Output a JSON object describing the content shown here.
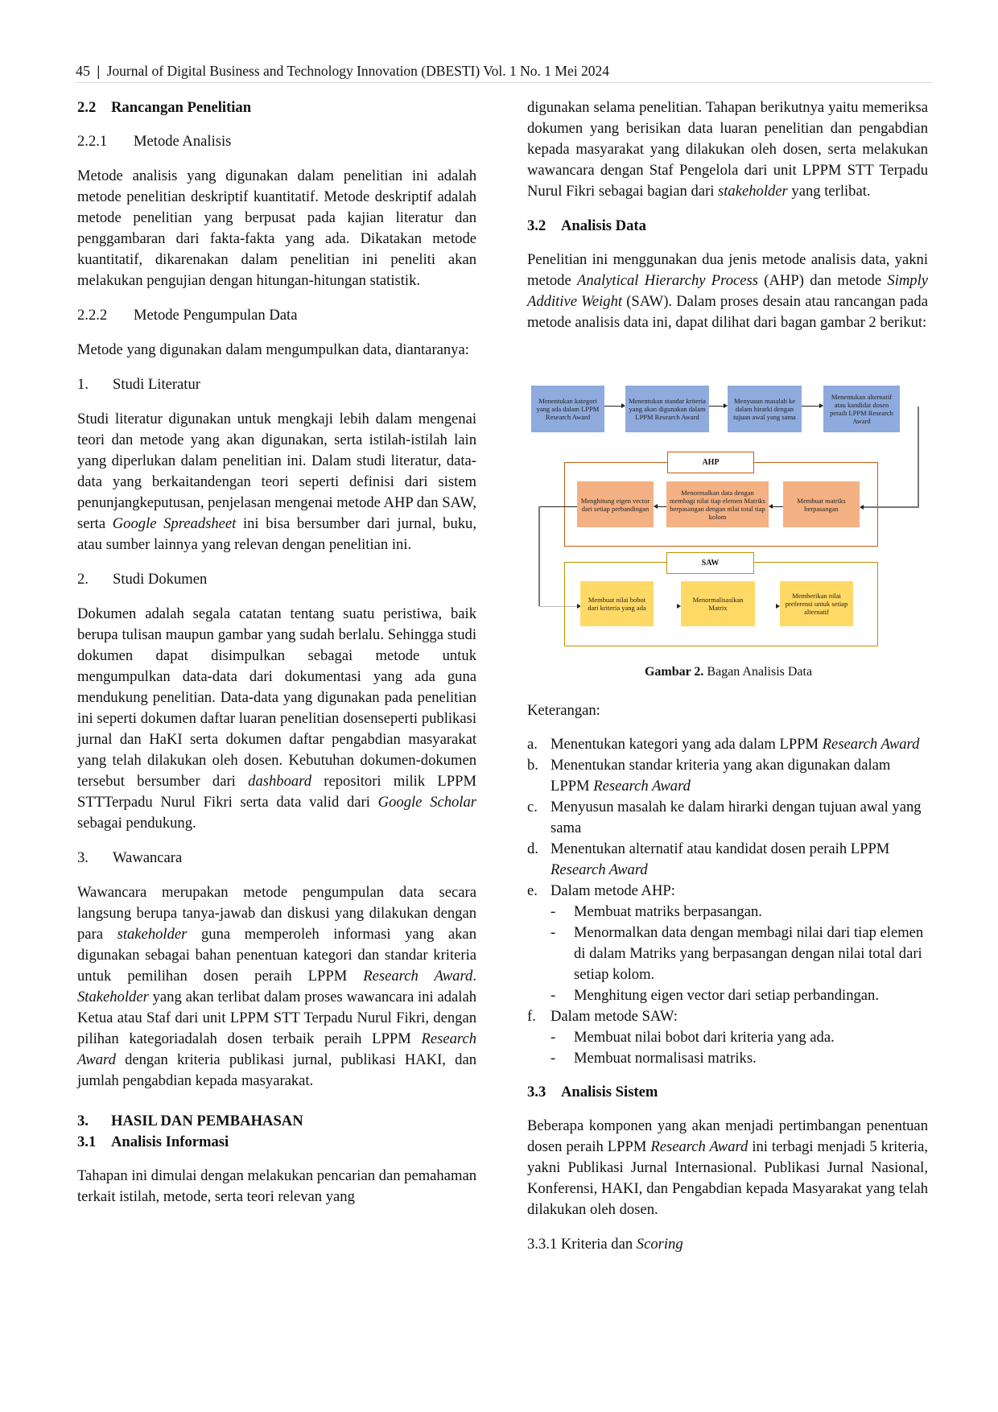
{
  "header": {
    "page_number": "45",
    "separator": "|",
    "journal": "Journal of Digital Business and Technology Innovation (DBESTI) Vol. 1 No. 1 Mei 2024"
  },
  "left": [
    {
      "type": "h",
      "num": "2.2",
      "text": "Rancangan Penelitian"
    },
    {
      "type": "sub",
      "num": "2.2.1",
      "text": "Metode Analisis"
    },
    {
      "type": "p",
      "segs": [
        {
          "t": "Metode analisis yang digunakan dalam penelitian ini adalah metode penelitian deskriptif kuantitatif. Metode deskriptif adalah metode penelitian yang berpusat pada kajian literatur dan penggambaran dari fakta-fakta yang ada. Dikatakan metode kuantitatif, dikarenakan dalam penelitian ini peneliti akan melakukan pengujian dengan hitungan-hitungan statistik."
        }
      ]
    },
    {
      "type": "sub",
      "num": "2.2.2",
      "text": "Metode Pengumpulan Data"
    },
    {
      "type": "p",
      "segs": [
        {
          "t": "Metode yang digunakan dalam mengumpulkan data, diantaranya:"
        }
      ]
    },
    {
      "type": "subl",
      "num": "1.",
      "text": "Studi Literatur"
    },
    {
      "type": "p",
      "segs": [
        {
          "t": "Studi literatur digunakan untuk mengkaji lebih dalam mengenai teori dan metode yang akan digunakan, serta istilah-istilah lain yang diperlukan dalam penelitian ini. Dalam studi literatur, data-data yang berkaitandengan teori seperti definisi dari sistem penunjangkeputusan, penjelasan mengenai metode AHP dan SAW, serta "
        },
        {
          "t": "Google Spreadsheet",
          "i": true
        },
        {
          "t": " ini bisa bersumber dari jurnal, buku, atau sumber lainnya yang relevan dengan penelitian ini."
        }
      ]
    },
    {
      "type": "subl",
      "num": "2.",
      "text": "Studi Dokumen"
    },
    {
      "type": "p",
      "segs": [
        {
          "t": "Dokumen adalah segala catatan tentang suatu peristiwa, baik berupa tulisan maupun gambar yang sudah berlalu. Sehingga studi dokumen dapat disimpulkan sebagai metode untuk mengumpulkan data-data dari dokumentasi yang ada guna mendukung penelitian. Data-data yang digunakan pada penelitian ini seperti dokumen daftar luaran penelitian dosenseperti publikasi jurnal dan HaKI serta dokumen daftar pengabdian masyarakat yang telah dilakukan oleh dosen. Kebutuhan dokumen-dokumen tersebut bersumber dari "
        },
        {
          "t": "dashboard",
          "i": true
        },
        {
          "t": " repositori milik LPPM STTTerpadu Nurul Fikri serta data valid dari "
        },
        {
          "t": "Google Scholar",
          "i": true
        },
        {
          "t": " sebagai pendukung."
        }
      ]
    },
    {
      "type": "subl",
      "num": "3.",
      "text": "Wawancara"
    },
    {
      "type": "p",
      "segs": [
        {
          "t": "Wawancara merupakan metode pengumpulan data secara langsung berupa tanya-jawab dan diskusi yang dilakukan dengan para "
        },
        {
          "t": "stakeholder",
          "i": true
        },
        {
          "t": " guna memperoleh informasi yang akan digunakan sebagai bahan penentuan kategori dan standar kriteria untuk pemilihan dosen peraih LPPM "
        },
        {
          "t": "Research Award",
          "i": true
        },
        {
          "t": ". "
        },
        {
          "t": "Stakeholder",
          "i": true
        },
        {
          "t": " yang akan terlibat dalam proses wawancara ini adalah Ketua atau Staf dari unit LPPM STT Terpadu Nurul Fikri, dengan pilihan kategoriadalah dosen terbaik peraih LPPM "
        },
        {
          "t": "Research Award",
          "i": true
        },
        {
          "t": " dengan kriteria publikasi jurnal, publikasi HAKI, dan jumlah pengabdian kepada masyarakat."
        }
      ]
    },
    {
      "type": "h2",
      "num": "3.",
      "text": "HASIL DAN PEMBAHASAN"
    },
    {
      "type": "h",
      "num": "3.1",
      "text": "Analisis Informasi"
    },
    {
      "type": "p",
      "segs": [
        {
          "t": "Tahapan ini dimulai dengan melakukan pencarian dan pemahaman terkait istilah, metode, serta teori relevan yang"
        }
      ]
    }
  ],
  "right_top": [
    {
      "type": "p",
      "segs": [
        {
          "t": "digunakan selama penelitian. Tahapan berikutnya yaitu memeriksa dokumen yang berisikan data luaran penelitian dan pengabdian kepada masyarakat yang dilakukan oleh dosen, serta melakukan wawancara dengan Staf Pengelola dari unit LPPM STT Terpadu Nurul Fikri sebagai bagian dari "
        },
        {
          "t": "stakeholder",
          "i": true
        },
        {
          "t": " yang terlibat."
        }
      ]
    },
    {
      "type": "h",
      "num": "3.2",
      "text": "Analisis Data"
    },
    {
      "type": "p",
      "segs": [
        {
          "t": "Penelitian ini menggunakan dua jenis metode analisis data, yakni metode "
        },
        {
          "t": "Analytical Hierarchy Process",
          "i": true
        },
        {
          "t": " (AHP) dan metode "
        },
        {
          "t": "Simply Additive Weight",
          "i": true
        },
        {
          "t": " (SAW). Dalam proses desain atau rancangan pada metode analisis data ini, dapat dilihat dari bagan gambar 2 berikut:"
        }
      ]
    }
  ],
  "diagram": {
    "top_boxes": [
      "Menentukan kategori yang ada dalam LPPM Research Award",
      "Menentukan standar kriteria yang akan digunakan dalam LPPM Research Award",
      "Menyusun masalah ke dalam hirarki dengan tujuan awal yang sama",
      "Menentukan alternatif atau kandidat dosen peraih LPPM Research Award"
    ],
    "ahp_label": "AHP",
    "ahp_boxes": [
      "Menghitung eigen vector dari setiap perbandingan",
      "Menormalkan data dengan membagi nilai tiap elemen Matriks berpasangan dengan nilai total tiap kolom",
      "Membuat matriks berpasangan"
    ],
    "saw_label": "SAW",
    "saw_boxes": [
      "Membuat nilai bobot dari kriteria yang ada",
      "Menormalisasikan Matrix",
      "Memberikan nilai preferensi untuk setiap alternatif"
    ],
    "colors": {
      "top": "#8faadc",
      "ahp": "#f4b183",
      "saw": "#ffd966",
      "ahp_frame": "#c55a11",
      "saw_frame": "#bf9000"
    }
  },
  "caption": {
    "label": "Gambar 2.",
    "text": "Bagan Analisis Data"
  },
  "right_bottom": {
    "keterangan": "Keterangan:",
    "items": [
      {
        "m": "a.",
        "segs": [
          {
            "t": "Menentukan kategori yang ada dalam LPPM "
          },
          {
            "t": "Research Award",
            "i": true
          }
        ]
      },
      {
        "m": "b.",
        "segs": [
          {
            "t": "Menentukan standar kriteria yang akan digunakan dalam LPPM "
          },
          {
            "t": "Research Award",
            "i": true
          }
        ]
      },
      {
        "m": "c.",
        "segs": [
          {
            "t": "Menyusun masalah ke dalam hirarki dengan tujuan awal yang sama"
          }
        ]
      },
      {
        "m": "d.",
        "segs": [
          {
            "t": "Menentukan alternatif atau kandidat dosen peraih LPPM "
          },
          {
            "t": "Research Award",
            "i": true
          }
        ]
      },
      {
        "m": "e.",
        "segs": [
          {
            "t": "Dalam metode AHP:"
          }
        ],
        "sub": [
          "Membuat matriks berpasangan.",
          "Menormalkan data dengan membagi nilai dari tiap elemen di dalam Matriks yang berpasangan dengan nilai total dari setiap kolom.",
          "Menghitung eigen vector dari setiap perbandingan."
        ]
      },
      {
        "m": "f.",
        "segs": [
          {
            "t": "Dalam metode SAW:"
          }
        ],
        "sub": [
          "Membuat nilai bobot dari kriteria yang ada.",
          "Membuat normalisasi matriks."
        ]
      }
    ],
    "dash": "-",
    "h33": {
      "num": "3.3",
      "text": "Analisis Sistem"
    },
    "p33": [
      {
        "t": "Beberapa komponen yang akan menjadi pertimbangan penentuan dosen peraih LPPM "
      },
      {
        "t": "Research Award",
        "i": true
      },
      {
        "t": " ini terbagi menjadi 5 kriteria, yakni Publikasi Jurnal Internasional. Publikasi Jurnal Nasional, Konferensi, HAKI, dan Pengabdian kepada Masyarakat yang telah dilakukan oleh dosen."
      }
    ],
    "h331": [
      {
        "t": "3.3.1 Kriteria dan "
      },
      {
        "t": "Scoring",
        "i": true
      }
    ]
  }
}
